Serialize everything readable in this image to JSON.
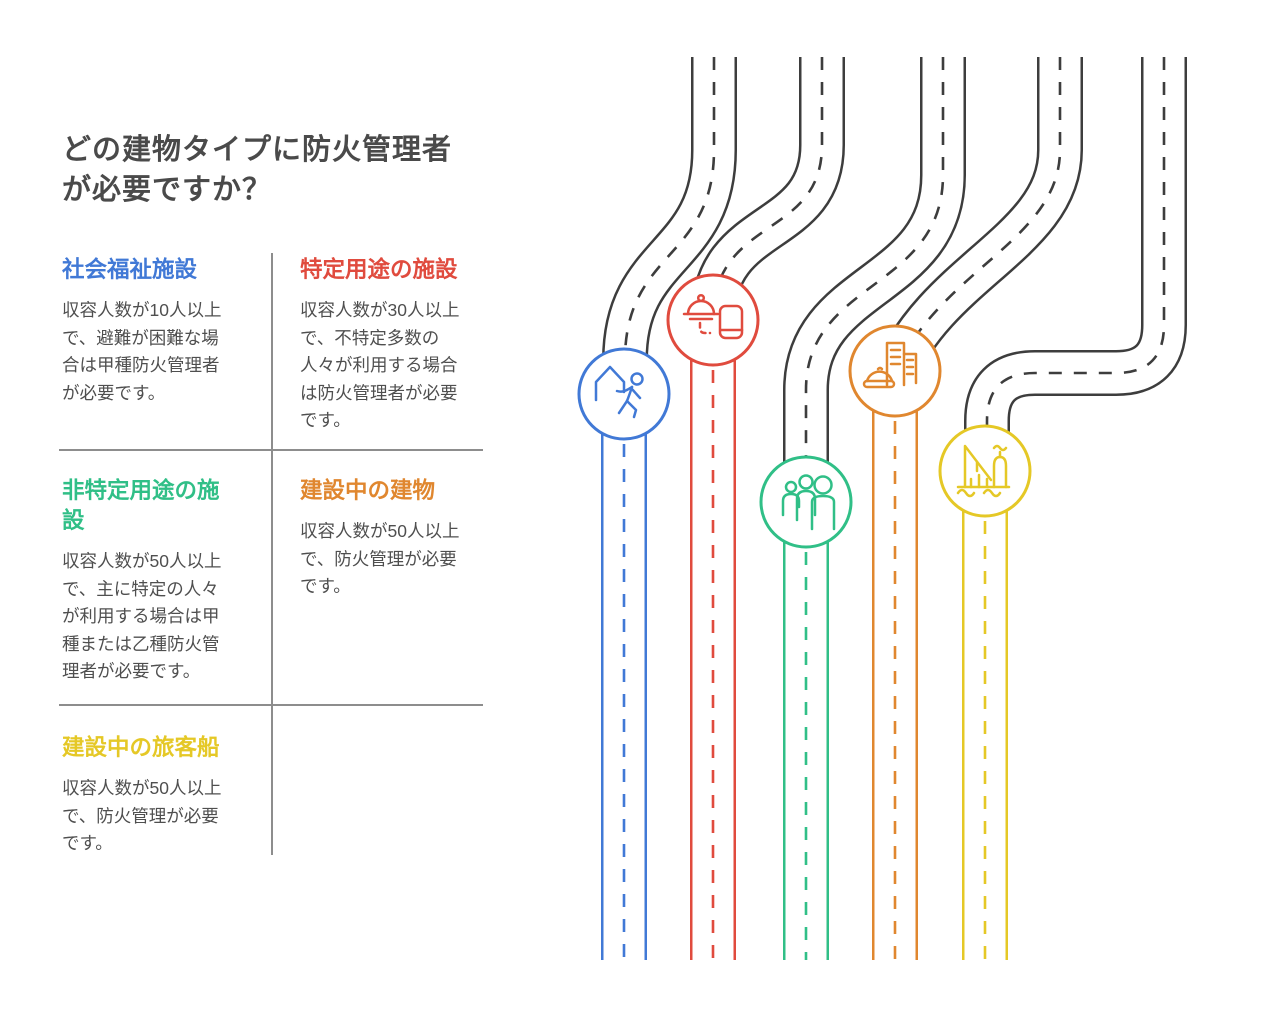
{
  "title": "どの建物タイプに防火管理者\nが必要ですか？",
  "colors": {
    "title": "#4A4A4A",
    "body": "#4F4F4F",
    "divider": "#8D8D8D",
    "road_dark": "#3D3D3D",
    "blue": "#4179D6",
    "red": "#E04B3E",
    "green": "#30BF87",
    "orange": "#E0872F",
    "yellow": "#E5C826"
  },
  "sections": [
    {
      "title": "社会福祉施設",
      "body": "収容人数が10人以上\nで、避難が困難な場\n合は甲種防火管理者\nが必要です。",
      "color": "#4179D6",
      "icon": "house-child-icon"
    },
    {
      "title": "特定用途の施設",
      "body": "収容人数が30人以上\nで、不特定多数の\n人々が利用する場合\nは防火管理者が必要\nです。",
      "color": "#E04B3E",
      "icon": "food-cloche-phone-icon"
    },
    {
      "title": "非特定用途の施\n設",
      "body": "収容人数が50人以上\nで、主に特定の人々\nが利用する場合は甲\n種または乙種防火管\n理者が必要です。",
      "color": "#30BF87",
      "icon": "people-group-icon"
    },
    {
      "title": "建設中の建物",
      "body": "収容人数が50人以上\nで、防火管理が必要\nです。",
      "color": "#E0872F",
      "icon": "building-construction-icon"
    },
    {
      "title": "建設中の旅客船",
      "body": "収容人数が50人以上\nで、防火管理が必要\nです。",
      "color": "#E5C826",
      "icon": "ship-crane-icon"
    }
  ]
}
